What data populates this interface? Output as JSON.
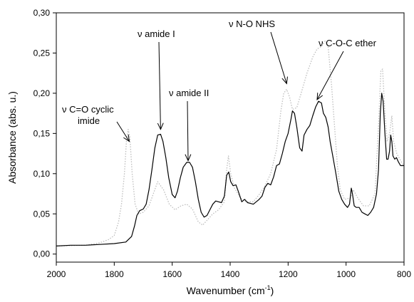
{
  "chart_data": {
    "type": "line",
    "xlabel": "Wavenumber (cm",
    "xlabel_sup": "-1",
    "xlabel_close": ")",
    "ylabel": "Absorbance (abs. u.)",
    "xlim": [
      2000,
      800
    ],
    "ylim": [
      -0.01,
      0.3
    ],
    "x_axis_reversed": true,
    "x_ticks": [
      2000,
      1800,
      1600,
      1400,
      1200,
      1000,
      800
    ],
    "y_ticks": [
      "0,00",
      "0,05",
      "0,10",
      "0,15",
      "0,20",
      "0,25",
      "0,30"
    ],
    "y_tick_values": [
      0.0,
      0.05,
      0.1,
      0.15,
      0.2,
      0.25,
      0.3
    ],
    "grid": false,
    "series": [
      {
        "style": "solid",
        "color": "#000000",
        "points": [
          [
            2000,
            0.01
          ],
          [
            1950,
            0.011
          ],
          [
            1900,
            0.011
          ],
          [
            1850,
            0.012
          ],
          [
            1800,
            0.013
          ],
          [
            1760,
            0.015
          ],
          [
            1740,
            0.022
          ],
          [
            1730,
            0.035
          ],
          [
            1722,
            0.048
          ],
          [
            1712,
            0.054
          ],
          [
            1700,
            0.056
          ],
          [
            1690,
            0.062
          ],
          [
            1680,
            0.08
          ],
          [
            1670,
            0.105
          ],
          [
            1660,
            0.132
          ],
          [
            1650,
            0.148
          ],
          [
            1640,
            0.149
          ],
          [
            1632,
            0.14
          ],
          [
            1622,
            0.12
          ],
          [
            1612,
            0.095
          ],
          [
            1600,
            0.074
          ],
          [
            1590,
            0.07
          ],
          [
            1582,
            0.078
          ],
          [
            1572,
            0.095
          ],
          [
            1562,
            0.108
          ],
          [
            1550,
            0.114
          ],
          [
            1540,
            0.114
          ],
          [
            1530,
            0.108
          ],
          [
            1520,
            0.09
          ],
          [
            1510,
            0.068
          ],
          [
            1500,
            0.052
          ],
          [
            1490,
            0.046
          ],
          [
            1480,
            0.048
          ],
          [
            1470,
            0.055
          ],
          [
            1460,
            0.062
          ],
          [
            1450,
            0.066
          ],
          [
            1440,
            0.065
          ],
          [
            1430,
            0.064
          ],
          [
            1420,
            0.072
          ],
          [
            1412,
            0.098
          ],
          [
            1405,
            0.102
          ],
          [
            1398,
            0.09
          ],
          [
            1390,
            0.085
          ],
          [
            1380,
            0.086
          ],
          [
            1372,
            0.078
          ],
          [
            1360,
            0.065
          ],
          [
            1350,
            0.068
          ],
          [
            1340,
            0.064
          ],
          [
            1330,
            0.063
          ],
          [
            1320,
            0.062
          ],
          [
            1300,
            0.068
          ],
          [
            1290,
            0.072
          ],
          [
            1280,
            0.083
          ],
          [
            1270,
            0.088
          ],
          [
            1260,
            0.086
          ],
          [
            1250,
            0.096
          ],
          [
            1240,
            0.11
          ],
          [
            1230,
            0.112
          ],
          [
            1220,
            0.125
          ],
          [
            1210,
            0.14
          ],
          [
            1200,
            0.15
          ],
          [
            1190,
            0.168
          ],
          [
            1185,
            0.178
          ],
          [
            1178,
            0.175
          ],
          [
            1170,
            0.158
          ],
          [
            1160,
            0.132
          ],
          [
            1152,
            0.128
          ],
          [
            1145,
            0.148
          ],
          [
            1135,
            0.155
          ],
          [
            1125,
            0.16
          ],
          [
            1115,
            0.172
          ],
          [
            1105,
            0.183
          ],
          [
            1095,
            0.19
          ],
          [
            1085,
            0.188
          ],
          [
            1078,
            0.175
          ],
          [
            1070,
            0.17
          ],
          [
            1062,
            0.158
          ],
          [
            1055,
            0.14
          ],
          [
            1045,
            0.12
          ],
          [
            1035,
            0.1
          ],
          [
            1025,
            0.078
          ],
          [
            1015,
            0.068
          ],
          [
            1005,
            0.062
          ],
          [
            995,
            0.058
          ],
          [
            988,
            0.062
          ],
          [
            982,
            0.082
          ],
          [
            978,
            0.075
          ],
          [
            972,
            0.06
          ],
          [
            965,
            0.058
          ],
          [
            955,
            0.058
          ],
          [
            945,
            0.052
          ],
          [
            935,
            0.05
          ],
          [
            925,
            0.048
          ],
          [
            915,
            0.052
          ],
          [
            905,
            0.058
          ],
          [
            895,
            0.075
          ],
          [
            888,
            0.105
          ],
          [
            882,
            0.175
          ],
          [
            877,
            0.2
          ],
          [
            872,
            0.19
          ],
          [
            866,
            0.15
          ],
          [
            860,
            0.118
          ],
          [
            855,
            0.118
          ],
          [
            850,
            0.128
          ],
          [
            846,
            0.148
          ],
          [
            842,
            0.14
          ],
          [
            838,
            0.122
          ],
          [
            832,
            0.118
          ],
          [
            826,
            0.12
          ],
          [
            820,
            0.115
          ],
          [
            812,
            0.11
          ],
          [
            805,
            0.11
          ],
          [
            800,
            0.11
          ]
        ]
      },
      {
        "style": "dotted",
        "color": "#bdbdbd",
        "points": [
          [
            2000,
            0.01
          ],
          [
            1900,
            0.011
          ],
          [
            1850,
            0.014
          ],
          [
            1820,
            0.018
          ],
          [
            1800,
            0.023
          ],
          [
            1785,
            0.04
          ],
          [
            1775,
            0.062
          ],
          [
            1765,
            0.1
          ],
          [
            1758,
            0.14
          ],
          [
            1752,
            0.155
          ],
          [
            1746,
            0.145
          ],
          [
            1738,
            0.1
          ],
          [
            1728,
            0.062
          ],
          [
            1716,
            0.05
          ],
          [
            1700,
            0.052
          ],
          [
            1680,
            0.06
          ],
          [
            1665,
            0.075
          ],
          [
            1650,
            0.09
          ],
          [
            1630,
            0.08
          ],
          [
            1610,
            0.062
          ],
          [
            1590,
            0.055
          ],
          [
            1570,
            0.06
          ],
          [
            1550,
            0.062
          ],
          [
            1530,
            0.056
          ],
          [
            1510,
            0.04
          ],
          [
            1495,
            0.036
          ],
          [
            1480,
            0.042
          ],
          [
            1460,
            0.05
          ],
          [
            1440,
            0.055
          ],
          [
            1420,
            0.065
          ],
          [
            1412,
            0.105
          ],
          [
            1406,
            0.122
          ],
          [
            1398,
            0.1
          ],
          [
            1385,
            0.082
          ],
          [
            1365,
            0.07
          ],
          [
            1345,
            0.065
          ],
          [
            1320,
            0.065
          ],
          [
            1300,
            0.074
          ],
          [
            1280,
            0.085
          ],
          [
            1260,
            0.1
          ],
          [
            1240,
            0.13
          ],
          [
            1225,
            0.178
          ],
          [
            1215,
            0.2
          ],
          [
            1205,
            0.205
          ],
          [
            1195,
            0.195
          ],
          [
            1185,
            0.18
          ],
          [
            1170,
            0.182
          ],
          [
            1155,
            0.2
          ],
          [
            1135,
            0.225
          ],
          [
            1115,
            0.245
          ],
          [
            1100,
            0.255
          ],
          [
            1085,
            0.258
          ],
          [
            1072,
            0.265
          ],
          [
            1062,
            0.258
          ],
          [
            1050,
            0.21
          ],
          [
            1040,
            0.16
          ],
          [
            1030,
            0.11
          ],
          [
            1020,
            0.08
          ],
          [
            1005,
            0.068
          ],
          [
            985,
            0.07
          ],
          [
            975,
            0.08
          ],
          [
            960,
            0.07
          ],
          [
            940,
            0.06
          ],
          [
            920,
            0.06
          ],
          [
            900,
            0.075
          ],
          [
            888,
            0.16
          ],
          [
            880,
            0.228
          ],
          [
            874,
            0.23
          ],
          [
            866,
            0.175
          ],
          [
            858,
            0.14
          ],
          [
            850,
            0.15
          ],
          [
            842,
            0.172
          ],
          [
            836,
            0.14
          ],
          [
            825,
            0.125
          ],
          [
            810,
            0.115
          ],
          [
            800,
            0.11
          ]
        ]
      }
    ],
    "annotations": [
      {
        "lines": [
          "ν C=O cyclic",
          "imide"
        ],
        "points_to": [
          1748,
          0.14
        ]
      },
      {
        "lines": [
          "ν amide I"
        ],
        "points_to": [
          1640,
          0.155
        ]
      },
      {
        "lines": [
          "ν amide II"
        ],
        "points_to": [
          1545,
          0.116
        ]
      },
      {
        "lines": [
          "ν N-O NHS"
        ],
        "points_to": [
          1205,
          0.212
        ]
      },
      {
        "lines": [
          "ν C-O-C ether"
        ],
        "points_to": [
          1100,
          0.192
        ]
      }
    ]
  }
}
